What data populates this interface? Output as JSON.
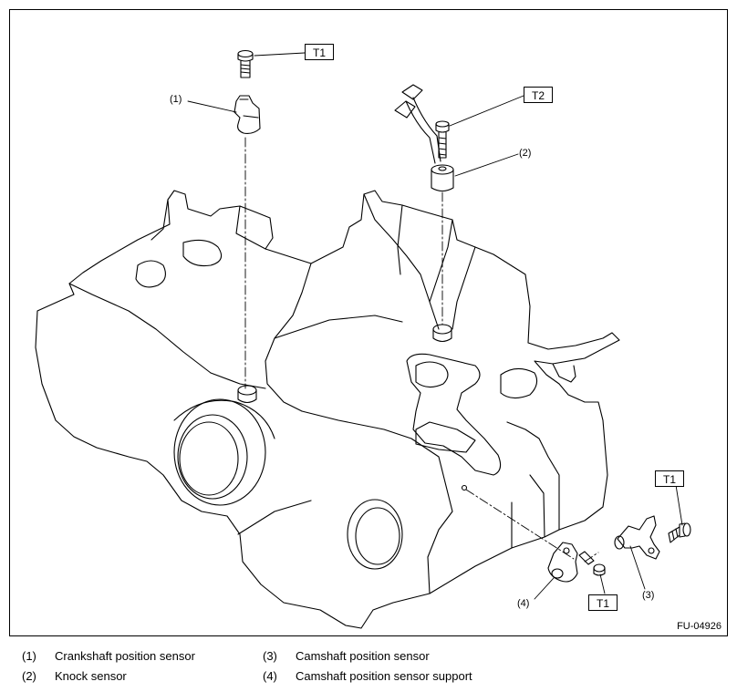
{
  "figure": {
    "id": "FU-04926",
    "torque_labels": {
      "t1_top": "T1",
      "t2": "T2",
      "t1_right": "T1",
      "t1_bottom": "T1"
    },
    "callouts": {
      "c1": "(1)",
      "c2": "(2)",
      "c3": "(3)",
      "c4": "(4)"
    }
  },
  "legend": [
    {
      "num": "(1)",
      "text": "Crankshaft position sensor"
    },
    {
      "num": "(2)",
      "text": "Knock sensor"
    },
    {
      "num": "(3)",
      "text": "Camshaft position sensor"
    },
    {
      "num": "(4)",
      "text": "Camshaft position sensor support"
    }
  ]
}
